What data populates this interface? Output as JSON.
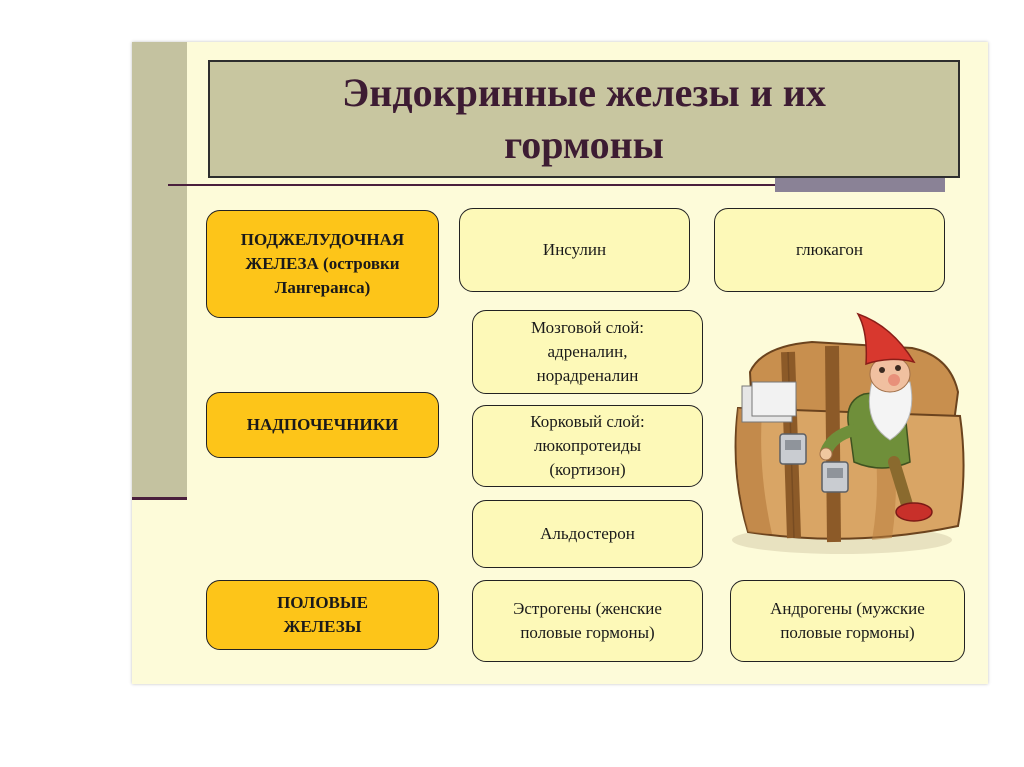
{
  "title": "Эндокринные железы и их гормоны",
  "glands": {
    "pancreas": "ПОДЖЕЛУДОЧНАЯ ЖЕЛЕЗА (островки Лангеранса)",
    "adrenal": "НАДПОЧЕЧНИКИ",
    "gonads": "ПОЛОВЫЕ ЖЕЛЕЗЫ"
  },
  "hormones": {
    "insulin": "Инсулин",
    "glucagon": "глюкагон",
    "medulla": "Мозговой слой: адреналин, норадреналин",
    "cortex": "Корковый слой: люкопротеиды (кортизон)",
    "aldosterone": "Альдостерон",
    "estrogens": "Эстрогены (женские половые гормоны)",
    "androgens": "Андрогены (мужские половые гормоны)"
  },
  "colors": {
    "slide_background": "#fdfbd9",
    "title_box": "#c8c6a0",
    "title_text": "#3d1c33",
    "gland_box": "#fdc519",
    "hormone_box": "#fdf9b8"
  },
  "illustration": "gnome-in-suitcase-illustration"
}
